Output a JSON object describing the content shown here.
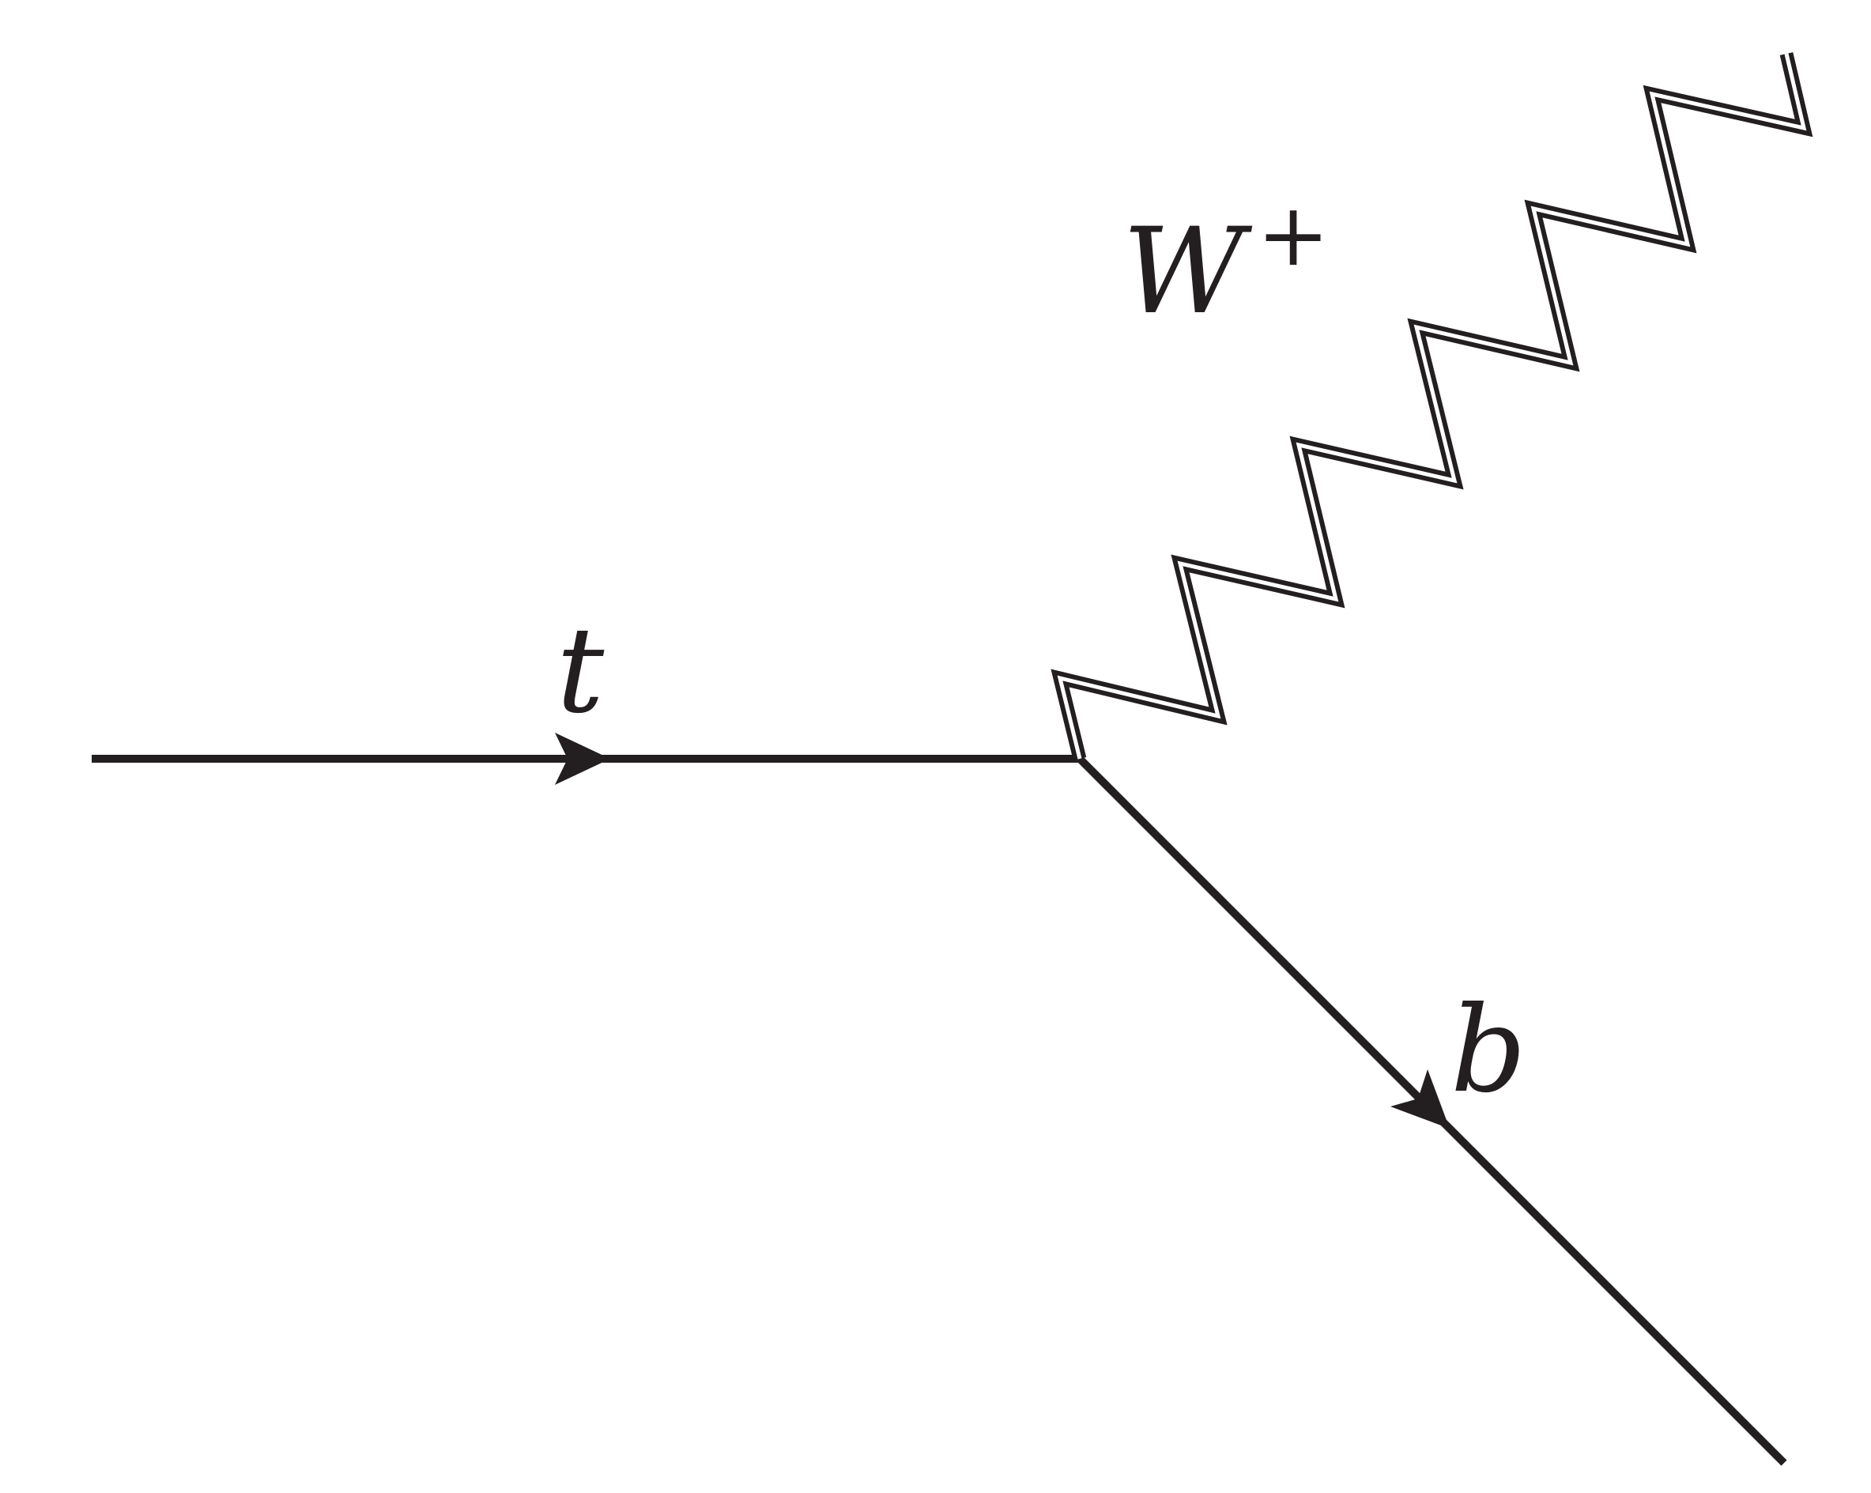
{
  "diagram": {
    "particles": {
      "top_quark": {
        "label": "t"
      },
      "w_boson": {
        "label": "W",
        "charge": "+"
      },
      "bottom_quark": {
        "label": "b"
      }
    },
    "line_color": "#231f20",
    "background": "#ffffff"
  }
}
